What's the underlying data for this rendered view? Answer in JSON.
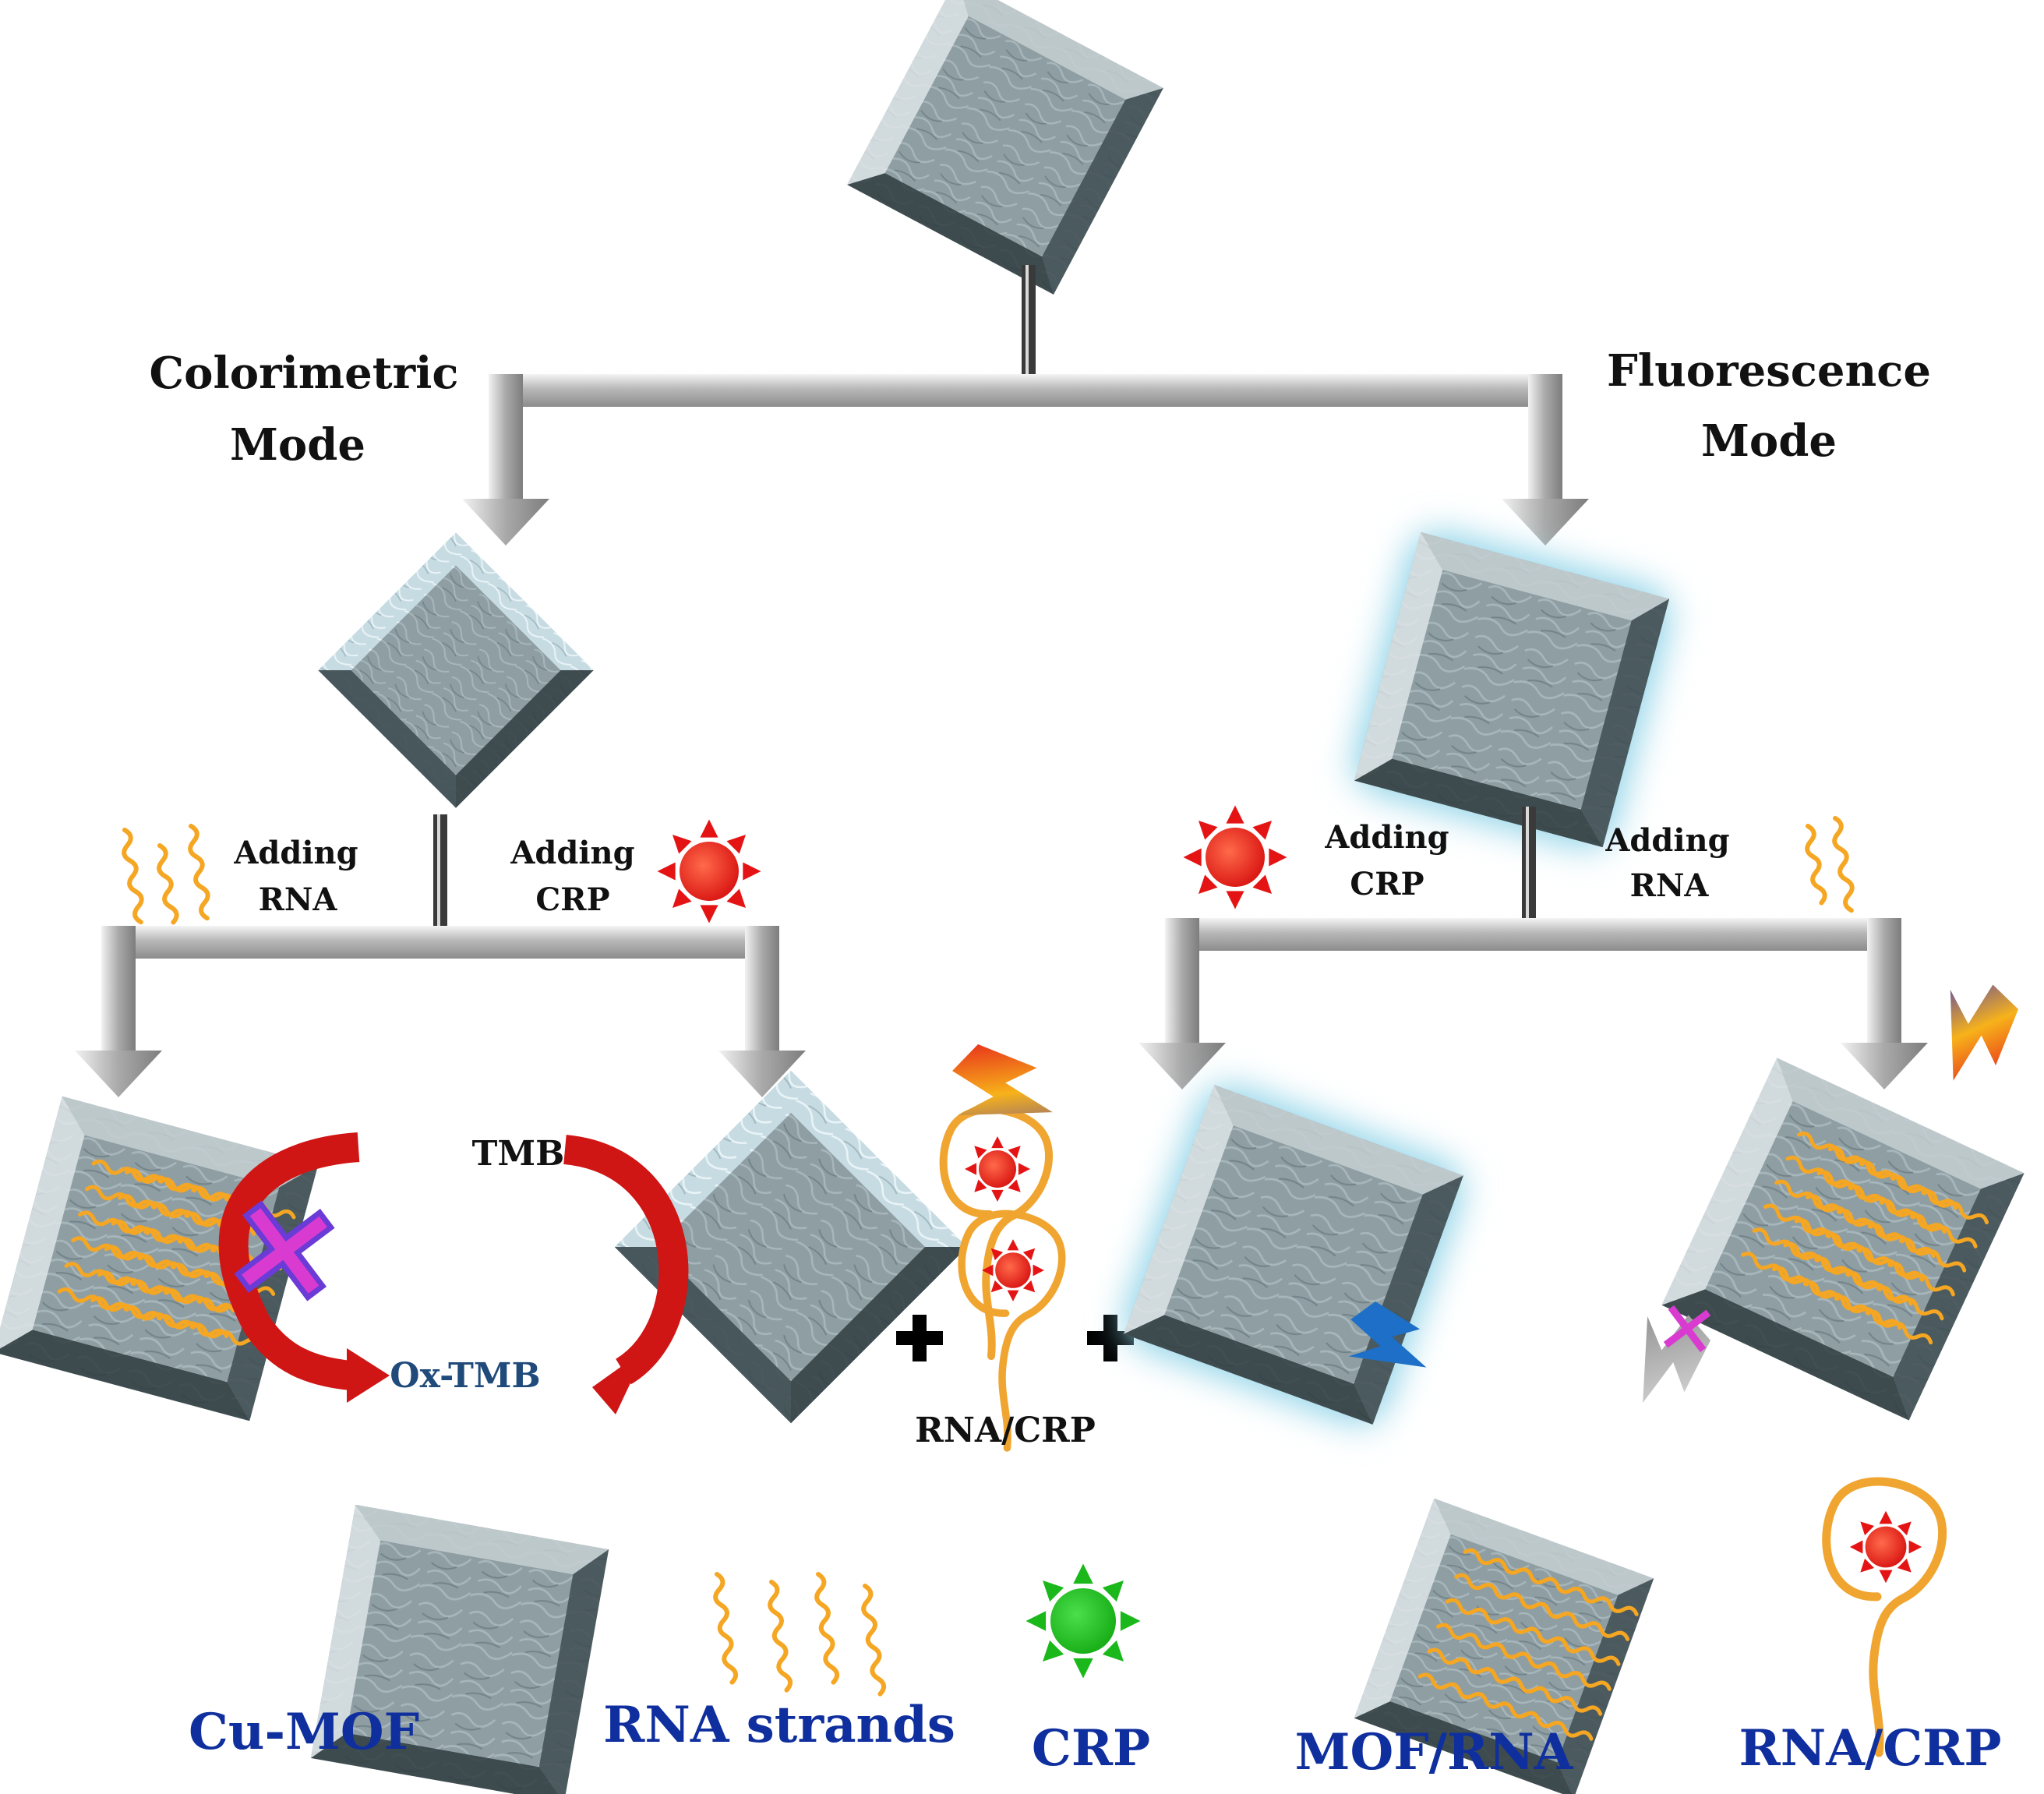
{
  "modes": {
    "colorimetric": [
      "Colorimetric",
      "Mode"
    ],
    "fluorescence": [
      "Fluorescence",
      "Mode"
    ]
  },
  "steps": {
    "colorimetric_left": [
      "Adding",
      "RNA"
    ],
    "colorimetric_right": [
      "Adding",
      "CRP"
    ],
    "fluorescence_left": [
      "Adding",
      "CRP"
    ],
    "fluorescence_right": [
      "Adding",
      "RNA"
    ]
  },
  "reaction": {
    "substrate": "TMB",
    "product": "Ox-TMB",
    "complex": "RNA/CRP"
  },
  "legend": {
    "cu_mof": "Cu-MOF",
    "rna_strands": "RNA strands",
    "crp": "CRP",
    "mof_rna": "MOF/RNA",
    "rna_crp": "RNA/CRP"
  },
  "colors": {
    "legend_text": "#0f2f9e",
    "crp_in_scheme": "#e51414",
    "crp_in_legend": "#16b316",
    "rna": "#f5a623",
    "mof": "#8a9aa0",
    "glow": "#8fd3e8",
    "arrow": "#d01515"
  }
}
